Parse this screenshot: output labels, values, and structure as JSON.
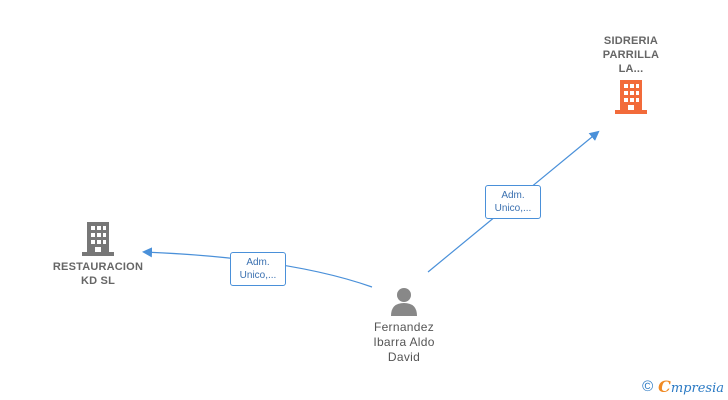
{
  "nodes": {
    "company_left": {
      "label_line1": "RESTAURACION",
      "label_line2": "KD  SL",
      "color": "#777777",
      "icon": "building-icon"
    },
    "company_top": {
      "label_line1": "SIDRERIA",
      "label_line2": "PARRILLA",
      "label_line3": "LA...",
      "color": "#f26b3a",
      "icon": "building-icon"
    },
    "person": {
      "label_line1": "Fernandez",
      "label_line2": "Ibarra Aldo",
      "label_line3": "David",
      "color": "#888888",
      "icon": "person-icon"
    }
  },
  "edges": [
    {
      "from": "person",
      "to": "company_left",
      "label_line1": "Adm.",
      "label_line2": "Unico,..."
    },
    {
      "from": "person",
      "to": "company_top",
      "label_line1": "Adm.",
      "label_line2": "Unico,..."
    }
  ],
  "colors": {
    "edge": "#4a90d9"
  },
  "brand": {
    "copyright_symbol": "©",
    "logo_initial": "C",
    "name": "mpresia"
  }
}
